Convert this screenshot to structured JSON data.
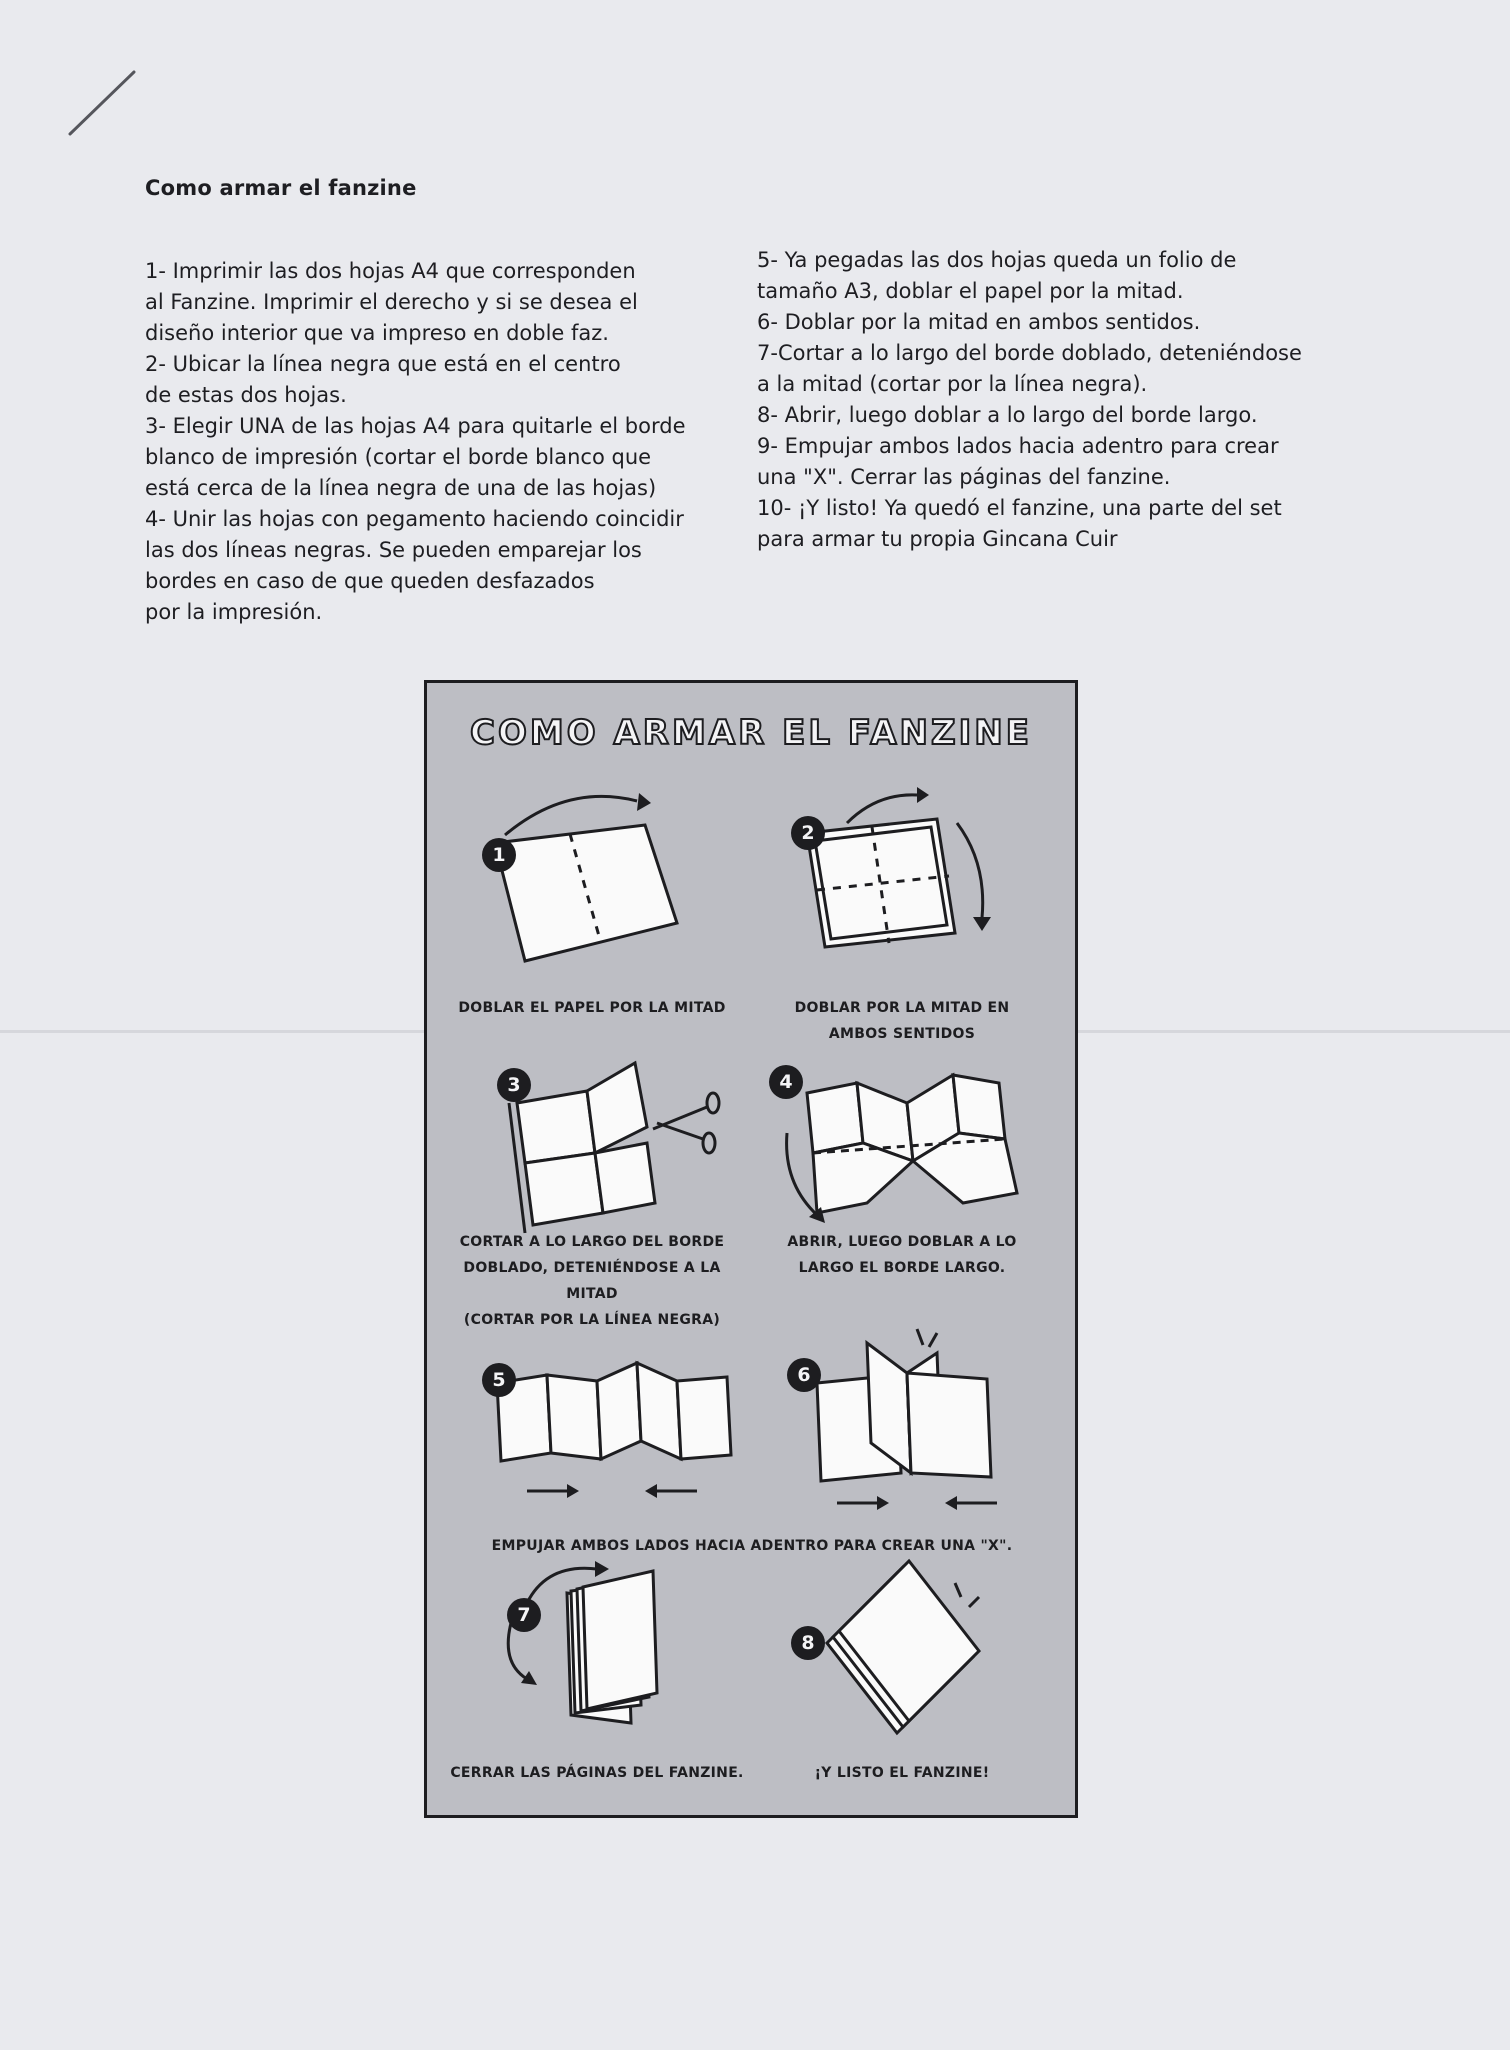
{
  "document": {
    "title": "Como armar el fanzine",
    "left_column": [
      "1- Imprimir las dos hojas A4 que corresponden",
      "al Fanzine. Imprimir el derecho y si se desea el",
      "diseño interior que va impreso en doble faz.",
      "2- Ubicar la línea negra que está en el centro",
      "de estas dos hojas.",
      "3- Elegir UNA de las hojas A4 para quitarle el borde",
      "blanco de impresión (cortar el borde blanco que",
      "está cerca de la línea negra de una de las hojas)",
      "4- Unir las hojas con pegamento haciendo coincidir",
      "las dos líneas negras. Se pueden emparejar los",
      "bordes en caso de que queden desfazados",
      "por la impresión."
    ],
    "right_column": [
      "5- Ya pegadas las dos hojas queda un folio de",
      "tamaño A3, doblar el papel por la mitad.",
      "6- Doblar por la mitad en ambos sentidos.",
      "7-Cortar a lo largo del borde doblado, deteniéndose",
      "a la mitad (cortar por la línea negra).",
      "8- Abrir, luego doblar a lo largo del borde largo.",
      "9- Empujar ambos lados hacia adentro para crear",
      "una \"X\". Cerrar  las páginas del fanzine.",
      "10- ¡Y listo! Ya quedó el fanzine, una parte del set",
      "para armar tu propia Gincana Cuir"
    ]
  },
  "illustration": {
    "title": "COMO ARMAR EL FANZINE",
    "steps": [
      {
        "number": "1",
        "caption": [
          "DOBLAR EL PAPEL POR LA MITAD"
        ]
      },
      {
        "number": "2",
        "caption": [
          "DOBLAR POR LA MITAD EN",
          "AMBOS SENTIDOS"
        ]
      },
      {
        "number": "3",
        "caption": [
          "CORTAR A LO LARGO DEL BORDE",
          "DOBLADO, DETENIÉNDOSE A LA MITAD",
          "(CORTAR POR LA LÍNEA NEGRA)"
        ]
      },
      {
        "number": "4",
        "caption": [
          "ABRIR, LUEGO DOBLAR A LO",
          "LARGO EL BORDE LARGO."
        ]
      },
      {
        "number": "5",
        "caption": []
      },
      {
        "number": "6",
        "caption": []
      },
      {
        "number": "7",
        "caption": [
          "CERRAR LAS PÁGINAS DEL FANZINE."
        ]
      },
      {
        "number": "8",
        "caption": [
          "¡Y LISTO EL FANZINE!"
        ]
      }
    ],
    "shared_caption": "EMPUJAR AMBOS LADOS HACIA ADENTRO PARA CREAR UNA \"X\"."
  },
  "icons": [
    "pen-stroke-icon",
    "arrow-icon",
    "scissors-icon",
    "sparkle-icon"
  ],
  "colors": {
    "paper": "#e9eaee",
    "panel": "#bdbec4",
    "ink": "#1d1d20"
  }
}
